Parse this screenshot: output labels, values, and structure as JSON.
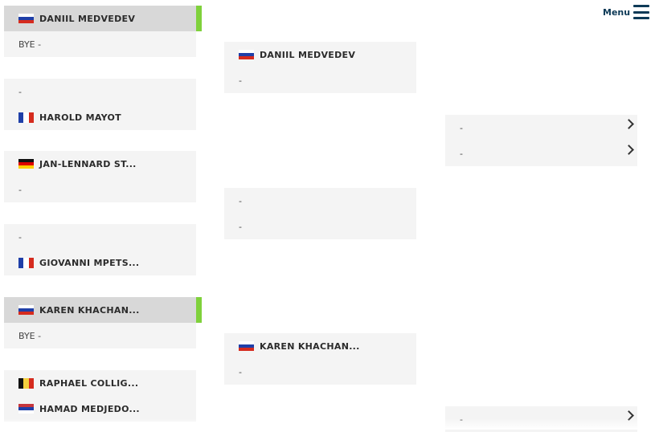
{
  "menu": {
    "label": "Menu",
    "icon": "hamburger-icon"
  },
  "accent_color": "#7fd13b",
  "flags": {
    "russia": [
      "#ffffff",
      "#1f3fa8",
      "#d52b1e"
    ],
    "france": [
      "#1f3fa8",
      "#ffffff",
      "#d52b1e"
    ],
    "germany": [
      "#111111",
      "#dd0000",
      "#ffce00"
    ],
    "belgium": [
      "#111111",
      "#f4d03f",
      "#d52b1e"
    ],
    "serbia": [
      "#c6363c",
      "#1f3fa8",
      "#ffffff"
    ]
  },
  "round1": [
    {
      "top": "DANIIL MEDVEDEV",
      "top_flag": "russia",
      "bottom": "BYE -"
    },
    {
      "top": "-",
      "bottom": "HAROLD MAYOT",
      "bottom_flag": "france"
    },
    {
      "top": "JAN-LENNARD ST...",
      "top_flag": "germany",
      "bottom": "-"
    },
    {
      "top": "-",
      "bottom": "GIOVANNI MPETS...",
      "bottom_flag": "france"
    },
    {
      "top": "KAREN KHACHAN...",
      "top_flag": "russia",
      "bottom": "BYE -"
    },
    {
      "top": "RAPHAEL COLLIG...",
      "top_flag": "belgium",
      "bottom": "HAMAD MEDJEDO...",
      "bottom_flag": "serbia"
    }
  ],
  "round2": [
    {
      "top": "DANIIL MEDVEDEV",
      "top_flag": "russia",
      "bottom": "-"
    },
    {
      "top": "-",
      "bottom": "-"
    },
    {
      "top": "KAREN KHACHAN...",
      "top_flag": "russia",
      "bottom": "-"
    }
  ],
  "round3": [
    {
      "top": "-",
      "bottom": "-"
    },
    {
      "top": "-"
    }
  ]
}
